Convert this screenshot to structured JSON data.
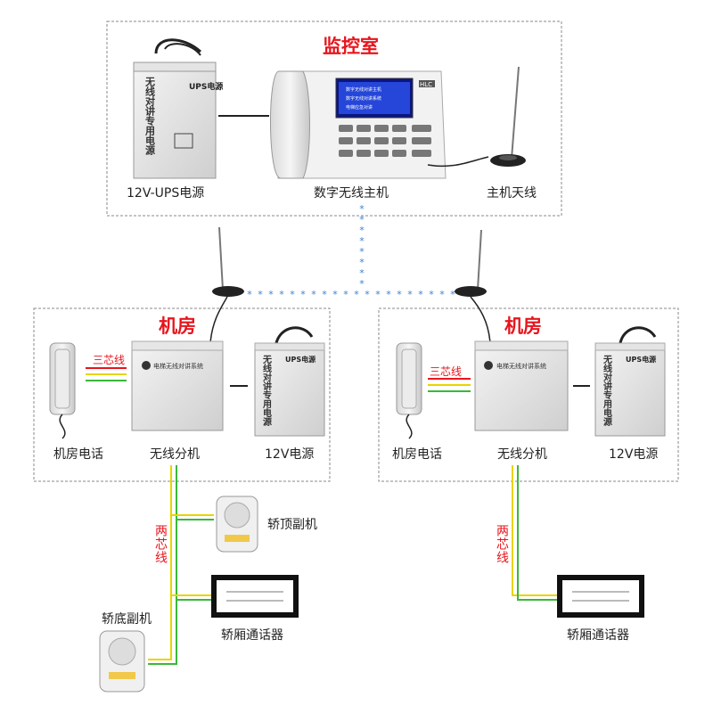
{
  "control_room": {
    "title": "监控室",
    "ups_label": "12V-UPS电源",
    "host_label": "数字无线主机",
    "antenna_label": "主机天线",
    "ups_device_text": "无线对讲专用电源",
    "ups_device_header": "UPS电源",
    "host_brand": "HLC",
    "host_screen_lines": [
      "数字无线对讲主机",
      "数字无线对讲系统",
      "电梯应急对讲"
    ]
  },
  "machine_room_left": {
    "title": "机房",
    "phone_label": "机房电话",
    "unit_label": "无线分机",
    "power_label": "12V电源",
    "wire_label": "三芯线",
    "unit_device_text": "电梯无线对讲系统",
    "power_device_text": "无线对讲专用电源",
    "power_device_header": "UPS电源"
  },
  "machine_room_right": {
    "title": "机房",
    "phone_label": "机房电话",
    "unit_label": "无线分机",
    "power_label": "12V电源",
    "wire_label": "三芯线",
    "unit_device_text": "电梯无线对讲系统",
    "power_device_text": "无线对讲专用电源",
    "power_device_header": "UPS电源"
  },
  "left_branch": {
    "wire_label": "两芯线",
    "top_sub_label": "轿顶副机",
    "bottom_sub_label": "轿底副机",
    "car_intercom_label": "轿厢通话器"
  },
  "right_branch": {
    "wire_label": "两芯线",
    "car_intercom_label": "轿厢通话器"
  },
  "colors": {
    "title_red": "#e8141c",
    "wire_yellow": "#e8d400",
    "wire_green": "#3ab83a",
    "wire_red": "#e8141c",
    "wireless_blue": "#3a7fd0",
    "box_border": "#888888"
  }
}
